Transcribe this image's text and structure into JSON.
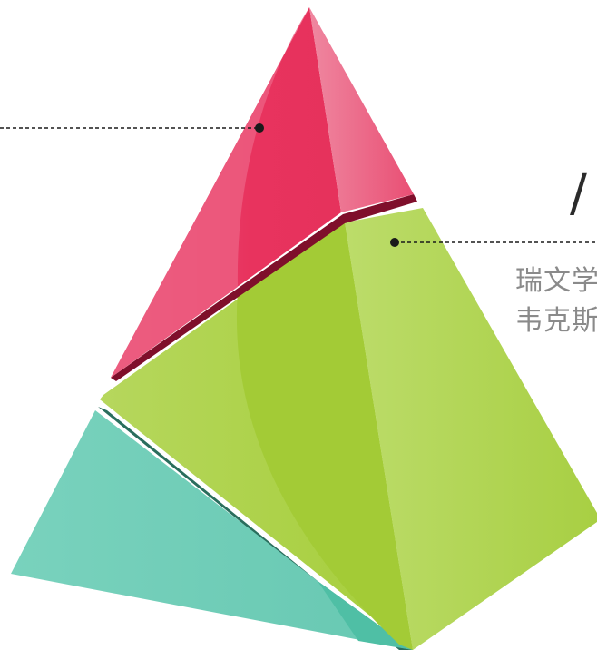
{
  "text": {
    "heading_fragment": "/",
    "line1": "瑞文学",
    "line2": "韦克斯"
  },
  "colors": {
    "background": "#ffffff",
    "top_tier": "#e8335e",
    "top_tier_light": "#f08aa3",
    "top_tier_shadow": "#7f0f2b",
    "middle_tier": "#a4cc38",
    "middle_tier_light": "#c6e07a",
    "bottom_tier": "#6ecdb7",
    "bottom_tier_shadow": "#2a6e5d",
    "text_gray": "#8a8a8a",
    "line_dark": "#1a1a1a"
  },
  "shape": "three-tier-pyramid"
}
